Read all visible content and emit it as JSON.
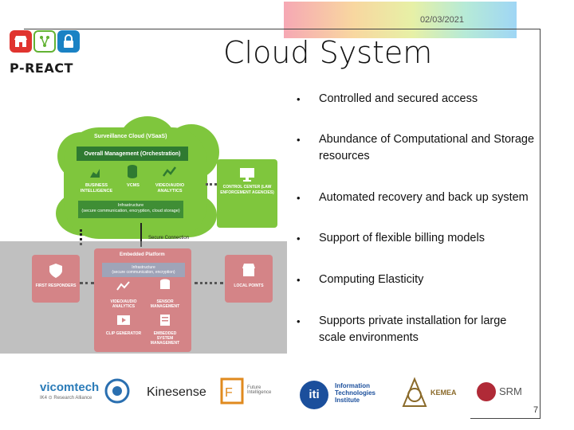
{
  "header": {
    "date": "02/03/2021",
    "title": "Cloud System"
  },
  "logo": {
    "text": "P-REACT",
    "colors": {
      "red": "#e0342f",
      "green": "#62b233",
      "blue": "#1a82c4"
    }
  },
  "bullets": [
    "Controlled and secured access",
    "Abundance of Computational and Storage resources",
    "Automated recovery and back up system",
    "Support of flexible billing models",
    "Computing Elasticity",
    "Supports private installation for large scale environments"
  ],
  "diagram": {
    "cloud_title": "Surveillance Cloud (VSaaS)",
    "orchestration": "Overall Management (Orchestration)",
    "nodes": [
      "BUSINESS INTELLIGENCE",
      "VCMS",
      "VIDEO/AUDIO ANALYTICS"
    ],
    "infrastructure_title": "Infrastructure",
    "infrastructure_sub": "(secure communication, encryption, cloud storage)",
    "control_center": "CONTROL CENTER (LAW ENFORCEMENT AGENCIES)",
    "secure_connection": "Secure Connection",
    "embedded_title": "Embedded Platform",
    "embedded_infra_title": "Infrastructure",
    "embedded_infra_sub": "(secure communication, encryption)",
    "embedded_nodes": [
      "VIDEO/AUDIO ANALYTICS",
      "SENSOR MANAGEMENT",
      "CLIP GENERATOR",
      "EMBEDDED SYSTEM MANAGEMENT"
    ],
    "first_responders": "FIRST RESPONDERS",
    "local_points": "LOCAL POINTS",
    "colors": {
      "cloud": "#7fc63d",
      "dark_green": "#2f7a31",
      "embedded": "#d48487"
    }
  },
  "partners": {
    "vicomtech": "vicomtech",
    "vicomtech_sub": "IK4 ⊙ Research Alliance",
    "kinesense": "Kinesense",
    "future": "Future Intelligence",
    "iti": "iti",
    "iti_text": "Information Technologies Institute",
    "kemea": "KEMEA",
    "srm": "SRM"
  },
  "page_number": "7"
}
